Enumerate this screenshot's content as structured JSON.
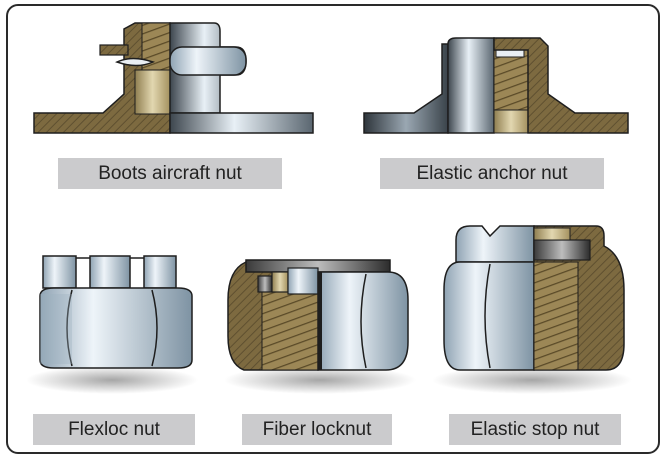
{
  "captions": {
    "boots": "Boots aircraft nut",
    "elastic_anchor": "Elastic anchor nut",
    "flexloc": "Flexloc nut",
    "fiber": "Fiber locknut",
    "elastic_stop": "Elastic stop nut"
  },
  "colors": {
    "body_hatch": "#7d6a40",
    "brass": "#c8b887",
    "steel_light": "#e3eef7",
    "steel_dark": "#4a5560",
    "caption_bg": "#cbcbcd",
    "outline": "#1e1e1e"
  }
}
